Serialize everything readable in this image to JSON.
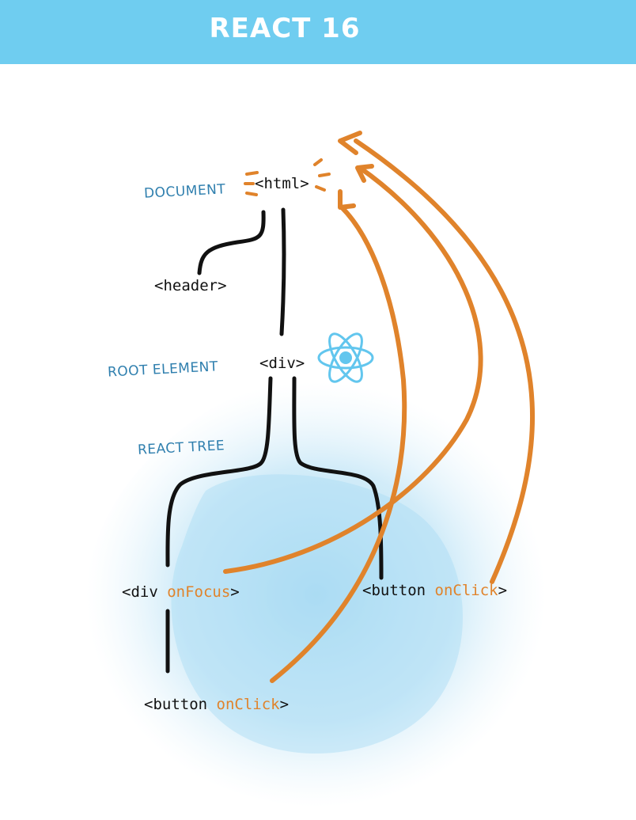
{
  "title": "REACT 16",
  "labels": {
    "document": "DOCUMENT",
    "root_element": "ROOT ELEMENT",
    "react_tree": "REACT TREE"
  },
  "nodes": {
    "html": "<html>",
    "header": "<header>",
    "div_root": "<div>",
    "div_focus_open": "<div ",
    "div_focus_event": "onFocus",
    "div_focus_close": ">",
    "button_right_open": "<button ",
    "button_right_event": "onClick",
    "button_right_close": ">",
    "button_bottom_open": "<button ",
    "button_bottom_event": "onClick",
    "button_bottom_close": ">"
  },
  "icons": [
    "react-logo-icon"
  ],
  "colors": {
    "header_bar": "#6fcdf0",
    "label_blue": "#2f7fae",
    "event_orange": "#e0832b",
    "tree_line": "#111111",
    "watercolor": "#bfe4f6"
  }
}
